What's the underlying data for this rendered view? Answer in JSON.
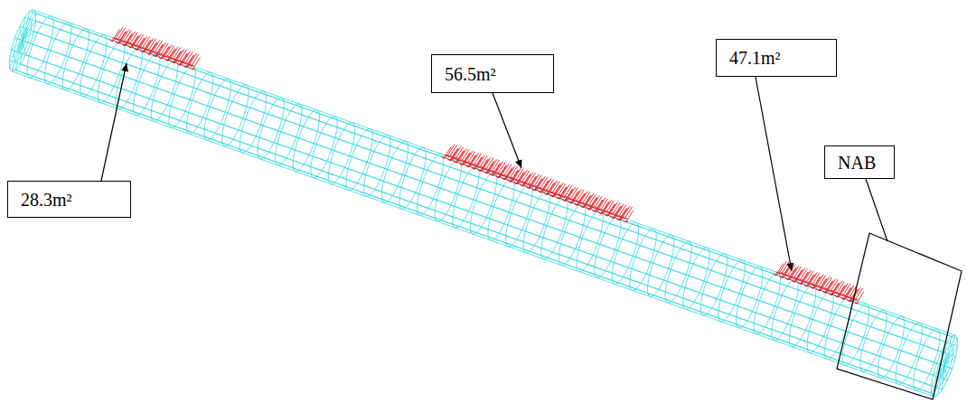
{
  "diagram": {
    "nodes": [
      {
        "text": [
          "28.3m²"
        ]
      },
      {
        "text": [
          "56.5m²"
        ]
      },
      {
        "text": [
          "47.1m²"
        ]
      },
      {
        "text": [
          "NAB"
        ]
      }
    ]
  }
}
